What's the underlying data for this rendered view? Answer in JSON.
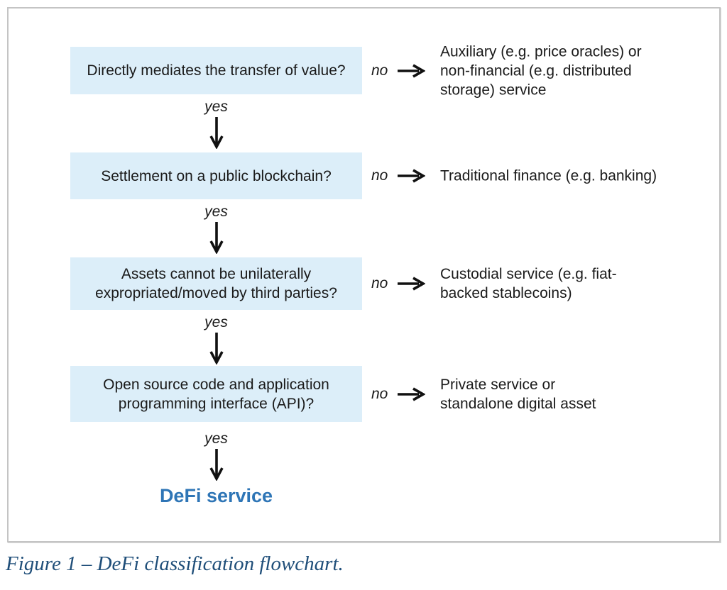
{
  "figure": {
    "caption": "Figure 1 – DeFi classification flowchart.",
    "result": "DeFi service",
    "colors": {
      "box_fill": "#dceef9",
      "result_blue": "#2e75b6",
      "caption_blue": "#1f4e79",
      "frame_border": "#c4c4c4",
      "arrow_black": "#111111"
    },
    "steps": [
      {
        "question": "Directly mediates the transfer of value?",
        "yes_label": "yes",
        "no_label": "no",
        "outcome": "Auxiliary (e.g. price oracles) or\nnon-financial (e.g. distributed\nstorage) service"
      },
      {
        "question": "Settlement on a public blockchain?",
        "yes_label": "yes",
        "no_label": "no",
        "outcome": "Traditional finance (e.g. banking)"
      },
      {
        "question": "Assets cannot be unilaterally\nexpropriated/moved by third parties?",
        "yes_label": "yes",
        "no_label": "no",
        "outcome": "Custodial service (e.g. fiat-\nbacked stablecoins)"
      },
      {
        "question": "Open source code and application\nprogramming interface (API)?",
        "yes_label": "yes",
        "no_label": "no",
        "outcome": "Private service or\nstandalone digital asset"
      }
    ]
  }
}
